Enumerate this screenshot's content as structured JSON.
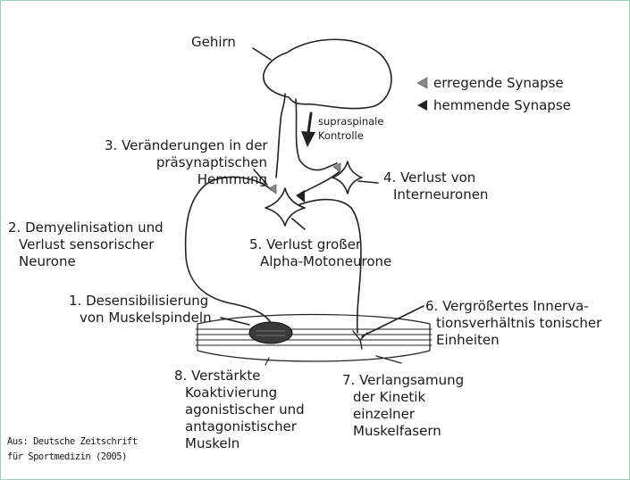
{
  "brain_label": "Gehirn",
  "legend": {
    "excitatory": "erregende Synapse",
    "inhibitory": "hemmende Synapse"
  },
  "supraspinal": [
    "supraspinale",
    "Kontrolle"
  ],
  "labels": {
    "l3": [
      "3. Veränderungen in der",
      "präsynaptischen",
      "Hemmung"
    ],
    "l4": [
      "4. Verlust von",
      "Interneuronen"
    ],
    "l2": [
      "2. Demyelinisation und",
      "Verlust sensorischer",
      "Neurone"
    ],
    "l5": [
      "5. Verlust großer",
      "Alpha-Motoneurone"
    ],
    "l1": [
      "1. Desensibilisierung",
      "von Muskelspindeln"
    ],
    "l6": [
      "6. Vergrößertes Innerva-",
      "tionsverhältnis tonischer",
      "Einheiten"
    ],
    "l8": [
      "8. Verstärkte",
      "Koaktivierung",
      "agonistischer und",
      "antagonistischer",
      "Muskeln"
    ],
    "l7": [
      "7. Verlangsamung",
      "der Kinetik",
      "einzelner",
      "Muskelfasern"
    ]
  },
  "source": [
    "Aus: Deutsche Zeitschrift",
    "für Sportmedizin (2005)"
  ],
  "colors": {
    "border": "#8fd6b7",
    "ink": "#1a1a1a"
  }
}
